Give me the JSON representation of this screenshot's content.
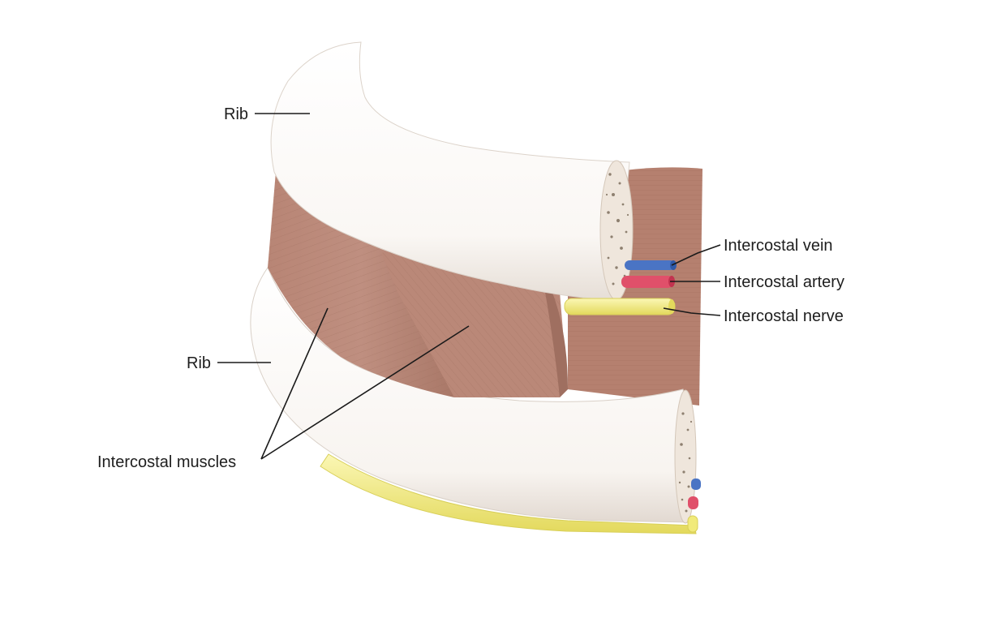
{
  "labels": {
    "rib_upper": "Rib",
    "rib_lower": "Rib",
    "intercostal_vein": "Intercostal vein",
    "intercostal_artery": "Intercostal artery",
    "intercostal_nerve": "Intercostal nerve",
    "intercostal_muscles": "Intercostal muscles"
  },
  "colors": {
    "rib": "#fbf9f7",
    "rib_shadow": "#e4ddd6",
    "muscle": "#b98878",
    "muscle_dark": "#9f6f60",
    "vein": "#4a74c4",
    "artery": "#e0506a",
    "nerve": "#f1ea7a",
    "bone_pore": "#8e8070"
  }
}
